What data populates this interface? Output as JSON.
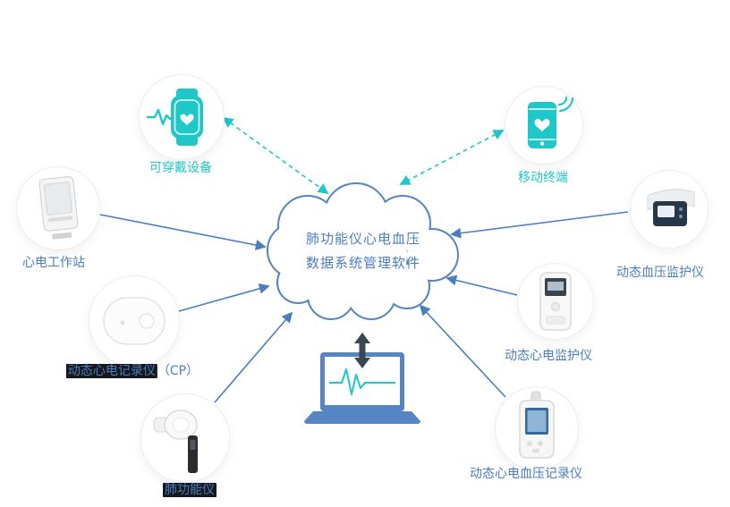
{
  "cloud": {
    "line1": "肺功能仪心电血压",
    "line2": "数据系统管理软件"
  },
  "nodes": {
    "wearable": {
      "label": "可穿戴设备",
      "icon": "smartwatch-icon"
    },
    "mobile": {
      "label": "移动终端",
      "icon": "smartphone-icon"
    },
    "workstation": {
      "label": "心电工作站",
      "icon": "ecg-workstation-icon"
    },
    "holter_recorder": {
      "label_main": "动态心电记录仪",
      "label_suffix": "（CP）",
      "icon": "holter-recorder-icon"
    },
    "spirometer": {
      "label": "肺功能仪",
      "icon": "spirometer-icon"
    },
    "abp_monitor": {
      "label": "动态血压监护仪",
      "icon": "abp-monitor-icon"
    },
    "holter_monitor": {
      "label": "动态心电监护仪",
      "icon": "holter-monitor-icon"
    },
    "ecg_bp_recorder": {
      "label": "动态心电血压记录仪",
      "icon": "ecg-bp-recorder-icon"
    }
  },
  "colors": {
    "teal_accent": "#1EC8C9",
    "blue_accent": "#4A7EBE",
    "cloud_border": "#5585C2",
    "dark_arrow": "#3D4653",
    "label_highlight_bg": "#15181C"
  }
}
